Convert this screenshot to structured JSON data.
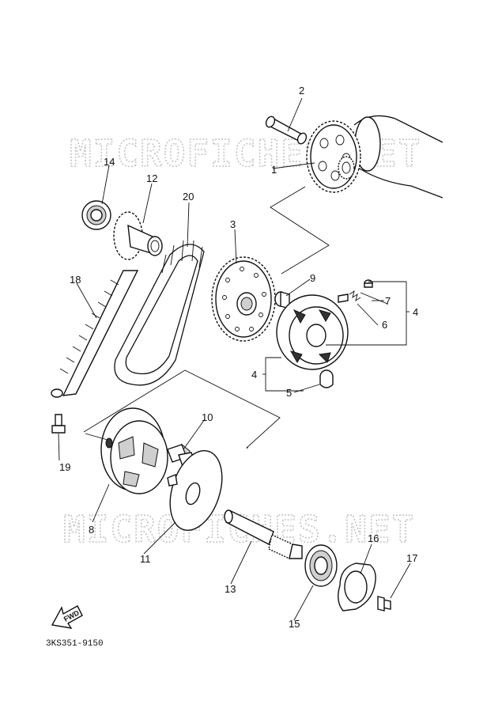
{
  "diagram": {
    "part_code": "3KS351-9150",
    "watermarks": [
      "MICROFICHES.NET",
      "MICROFICHES.NET"
    ],
    "direction_label": "FWD",
    "callouts": [
      "1",
      "2",
      "3",
      "4",
      "4",
      "5",
      "6",
      "7",
      "8",
      "9",
      "10",
      "11",
      "12",
      "13",
      "14",
      "15",
      "16",
      "17",
      "18",
      "19",
      "20"
    ]
  }
}
